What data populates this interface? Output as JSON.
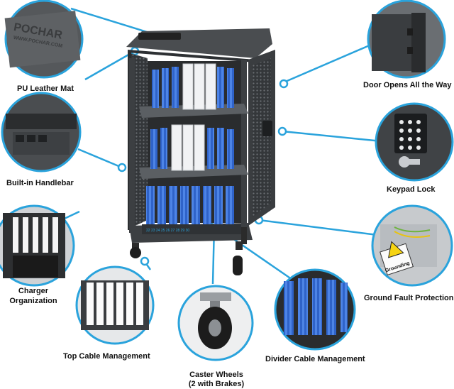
{
  "features": {
    "pu_leather_mat": "PU Leather  Mat",
    "built_in_handlebar": "Built-in Handlebar",
    "charger_organization_1": "Charger",
    "charger_organization_2": "Organization",
    "top_cable_management": "Top Cable Management",
    "caster_wheels_1": "Caster Wheels",
    "caster_wheels_2": "(2 with Brakes)",
    "divider_cable_management": "Divider Cable Management",
    "ground_fault_protection": "Ground Fault Protection",
    "keypad_lock": "Keypad Lock",
    "door_opens_all_the_way": "Door Opens All the Way"
  },
  "brand_mark": {
    "line1": "POCHAR",
    "line2": "WWW.POCHAR.COM"
  },
  "grounding_sticker": "Grounding",
  "slot_numbers": [
    "22",
    "23",
    "24",
    "25",
    "26",
    "27",
    "28",
    "29",
    "30"
  ],
  "colors": {
    "accent": "#2aa3dc",
    "cart": "#3c3f42",
    "divider": "#2f63c9",
    "device": "#f1f2f4"
  }
}
